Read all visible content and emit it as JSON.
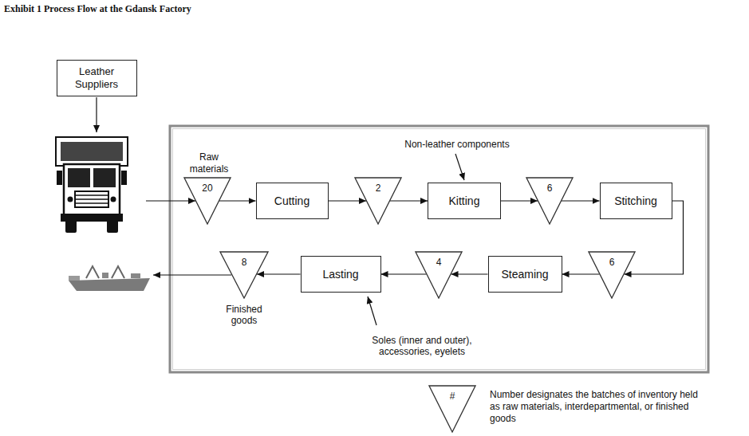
{
  "diagram": {
    "title": "Exhibit 1 Process Flow at the Gdansk Factory",
    "nodes": [
      {
        "text": [
          "Leather Suppliers"
        ]
      },
      {
        "text": [
          "Raw materials",
          "20"
        ]
      },
      {
        "text": [
          "Cutting"
        ]
      },
      {
        "text": [
          "2"
        ]
      },
      {
        "text": [
          "Kitting"
        ]
      },
      {
        "text": [
          "6"
        ]
      },
      {
        "text": [
          "Stitching"
        ]
      },
      {
        "text": [
          "6"
        ]
      },
      {
        "text": [
          "Steaming"
        ]
      },
      {
        "text": [
          "4"
        ]
      },
      {
        "text": [
          "Lasting"
        ]
      },
      {
        "text": [
          "8",
          "Finished goods"
        ]
      },
      {
        "text": [
          "#"
        ]
      }
    ],
    "edges": [
      {
        "from": 1,
        "to": 2,
        "arrow": "to"
      },
      {
        "from": 2,
        "to": 3,
        "arrow": "to"
      },
      {
        "from": 3,
        "to": 4,
        "arrow": "to"
      },
      {
        "from": 4,
        "to": 5,
        "arrow": "to"
      },
      {
        "from": 5,
        "to": 6,
        "arrow": "to"
      },
      {
        "from": 6,
        "to": 7,
        "arrow": "to"
      },
      {
        "from": 7,
        "to": 8,
        "arrow": "to"
      },
      {
        "from": 8,
        "to": 9,
        "arrow": "to"
      },
      {
        "from": 9,
        "to": 10,
        "arrow": "to"
      },
      {
        "from": 10,
        "to": 11,
        "arrow": "to"
      }
    ],
    "labels": [
      "Non-leather components",
      "Soles (inner and outer), accessories, eyelets"
    ],
    "legend": [
      {
        "text": "Number designates the batches of inventory held as raw materials, interdepartmental, or finished goods"
      }
    ]
  }
}
